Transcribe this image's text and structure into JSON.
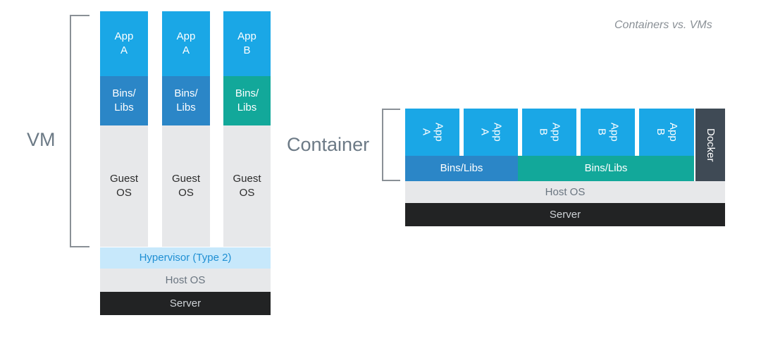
{
  "caption": "Containers vs. VMs",
  "vm": {
    "label": "VM",
    "columns": [
      {
        "app": "App\nA",
        "bins": "Bins/\nLibs",
        "guest": "Guest\nOS",
        "bins_color": "#2b86c7"
      },
      {
        "app": "App\nA",
        "bins": "Bins/\nLibs",
        "guest": "Guest\nOS",
        "bins_color": "#2b86c7"
      },
      {
        "app": "App\nB",
        "bins": "Bins/\nLibs",
        "guest": "Guest\nOS",
        "bins_color": "#12a89a"
      }
    ],
    "hypervisor": "Hypervisor (Type 2)",
    "host_os": "Host OS",
    "server": "Server"
  },
  "container": {
    "label": "Container",
    "apps": [
      "App\nA",
      "App\nA",
      "App\nB",
      "App\nB",
      "App\nB"
    ],
    "bins_a": "Bins/Libs",
    "bins_b": "Bins/Libs",
    "docker": "Docker",
    "host_os": "Host OS",
    "server": "Server"
  },
  "colors": {
    "app": "#1aa7e6",
    "bins_blue": "#2b86c7",
    "bins_teal": "#12a89a",
    "guest": "#e7e8ea",
    "hypervisor": "#c7e8fb",
    "host": "#e7e8ea",
    "server": "#222324",
    "docker": "#3f4a55"
  }
}
